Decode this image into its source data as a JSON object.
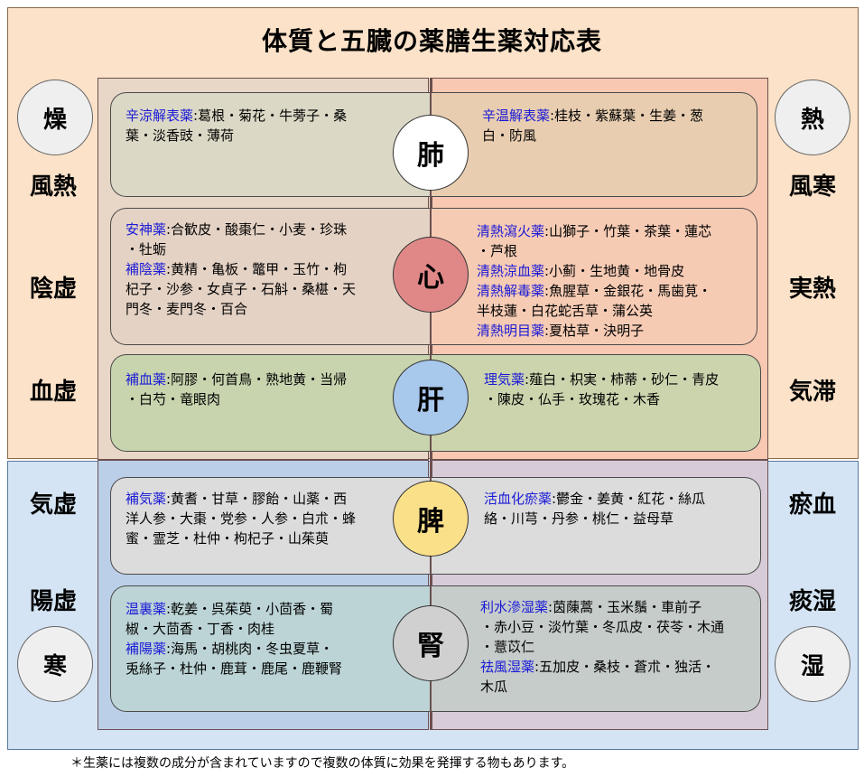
{
  "title": "体質と五臓の薬膳生薬対応表",
  "organs": {
    "lung": "肺",
    "heart": "心",
    "liver": "肝",
    "spleen": "脾",
    "kidney": "腎"
  },
  "left_labels": {
    "dry": "燥",
    "wind_heat": "風熱",
    "yin_def": "陰虚",
    "blood_def": "血虚",
    "qi_def": "気虚",
    "yang_def": "陽虚",
    "cold": "寒"
  },
  "right_labels": {
    "heat": "熱",
    "wind_cold": "風寒",
    "excess_heat": "実熱",
    "qi_stag": "気滞",
    "blood_stasis": "瘀血",
    "phlegm_damp": "痰湿",
    "damp": "湿"
  },
  "boxes": {
    "lung_left": [
      {
        "cat": "辛涼解表薬",
        "text": ":葛根・菊花・牛蒡子・桑"
      },
      {
        "cat": "",
        "text": "葉・淡香豉・薄荷"
      }
    ],
    "lung_right": [
      {
        "cat": "辛温解表薬",
        "text": ":桂枝・紫蘇葉・生姜・葱"
      },
      {
        "cat": "",
        "text": "白・防風"
      }
    ],
    "heart_left": [
      {
        "cat": "安神薬",
        "text": ":合歓皮・酸棗仁・小麦・珍珠"
      },
      {
        "cat": "",
        "text": "・牡蛎"
      },
      {
        "cat": "補陰薬",
        "text": ":黄精・亀板・鼈甲・玉竹・枸"
      },
      {
        "cat": "",
        "text": "杞子・沙参・女貞子・石斛・桑椹・天"
      },
      {
        "cat": "",
        "text": "門冬・麦門冬・百合"
      }
    ],
    "heart_right": [
      {
        "cat": "清熱瀉火薬",
        "text": ":山獅子・竹葉・茶葉・蓮芯"
      },
      {
        "cat": "",
        "text": "・芦根"
      },
      {
        "cat": "清熱涼血薬",
        "text": ":小薊・生地黄・地骨皮"
      },
      {
        "cat": "清熱解毒薬",
        "text": ":魚腥草・金銀花・馬歯莧・"
      },
      {
        "cat": "",
        "text": "半枝蓮・白花蛇舌草・蒲公英"
      },
      {
        "cat": "清熱明目薬",
        "text": ":夏枯草・決明子"
      }
    ],
    "liver_left": [
      {
        "cat": "補血薬",
        "text": ":阿膠・何首鳥・熟地黄・当帰"
      },
      {
        "cat": "",
        "text": "・白芍・竜眼肉"
      }
    ],
    "liver_right": [
      {
        "cat": "理気薬",
        "text": ":薤白・枳実・柿蒂・砂仁・青皮"
      },
      {
        "cat": "",
        "text": "・陳皮・仏手・玫瑰花・木香"
      }
    ],
    "spleen_left": [
      {
        "cat": "補気薬",
        "text": ":黄耆・甘草・膠飴・山薬・西"
      },
      {
        "cat": "",
        "text": "洋人参・大棗・党参・人参・白朮・蜂"
      },
      {
        "cat": "",
        "text": "蜜・霊芝・杜仲・枸杞子・山茱萸"
      }
    ],
    "spleen_right": [
      {
        "cat": "活血化瘀薬",
        "text": ":鬱金・姜黄・紅花・絲瓜"
      },
      {
        "cat": "",
        "text": "絡・川芎・丹参・桃仁・益母草"
      }
    ],
    "kidney_left": [
      {
        "cat": "温裏薬",
        "text": ":乾姜・呉茱萸・小茴香・蜀"
      },
      {
        "cat": "",
        "text": "椒・大茴香・丁香・肉桂"
      },
      {
        "cat": "補陽薬",
        "text": ":海馬・胡桃肉・冬虫夏草・"
      },
      {
        "cat": "",
        "text": "兎絲子・杜仲・鹿茸・鹿尾・鹿鞭腎"
      }
    ],
    "kidney_right": [
      {
        "cat": "利水滲湿薬",
        "text": ":茵蔯蒿・玉米鬚・車前子"
      },
      {
        "cat": "",
        "text": "・赤小豆・淡竹葉・冬瓜皮・茯苓・木通"
      },
      {
        "cat": "",
        "text": "・薏苡仁"
      },
      {
        "cat": "祛風湿薬",
        "text": ":五加皮・桑枝・蒼朮・独活・"
      },
      {
        "cat": "",
        "text": "木瓜"
      }
    ]
  },
  "footnote": "＊生薬には複数の成分が含まれていますので複数の体質に効果を発揮する物もあります。",
  "colors": {
    "upper_bg": "#fbe2c8",
    "lower_bg": "#d4e4f4",
    "category_text": "#1a1ad6",
    "lung": "#ffffff",
    "heart": "#e08888",
    "liver": "#a8c8ec",
    "spleen": "#fbe08a",
    "kidney": "#d0d0d0"
  }
}
